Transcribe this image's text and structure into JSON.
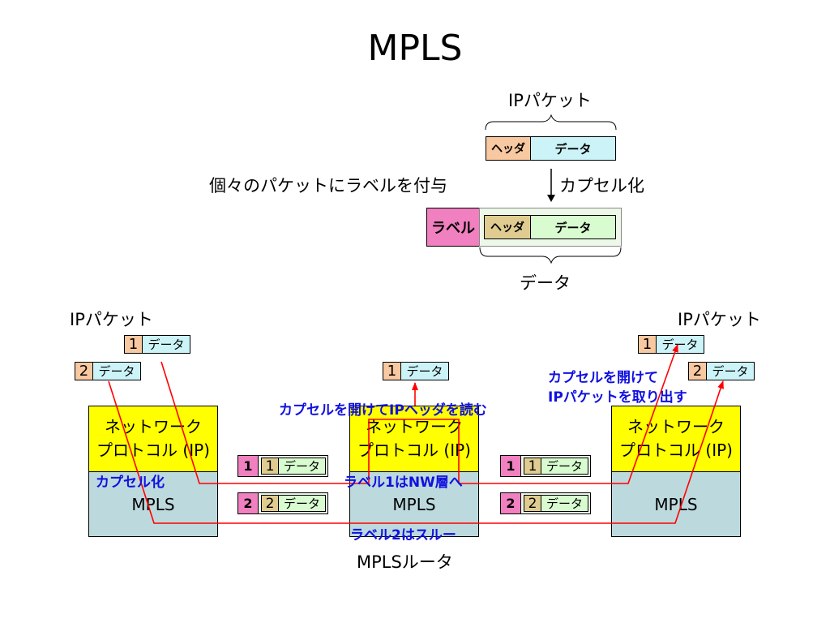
{
  "title": "MPLS",
  "top": {
    "ip_packet_label": "IPパケット",
    "header_label": "ヘッダ",
    "data_label": "データ",
    "caption_left": "個々のパケットにラベルを付与",
    "encap_label": "カプセル化",
    "label_text": "ラベル",
    "data_brace_label": "データ"
  },
  "network": {
    "left_ip_packet": "IPパケット",
    "right_ip_packet": "IPパケット",
    "router_top_line1": "ネットワーク",
    "router_top_line2": "プロトコル (IP)",
    "router_bottom": "MPLS",
    "router_caption": "MPLSルータ",
    "packet_data": "データ",
    "num_1": "1",
    "num_2": "2",
    "annot_encap": "カプセル化",
    "annot_open_read": "カプセルを開けてIPヘッダを読む",
    "annot_open_take_line1": "カプセルを開けて",
    "annot_open_take_line2": "IPパケットを取り出す",
    "annot_label1": "ラベル1はNW層へ",
    "annot_label2": "ラベル2はスルー"
  },
  "colors": {
    "header": "#f8c8a0",
    "data": "#ccf4f8",
    "label": "#f080c0",
    "inner_header": "#e0cc90",
    "inner_data": "#d8fcd0",
    "router_top": "#ffff00",
    "router_bottom": "#bcd9dd",
    "arrow": "#ff0000",
    "annotation": "#1010e0"
  }
}
